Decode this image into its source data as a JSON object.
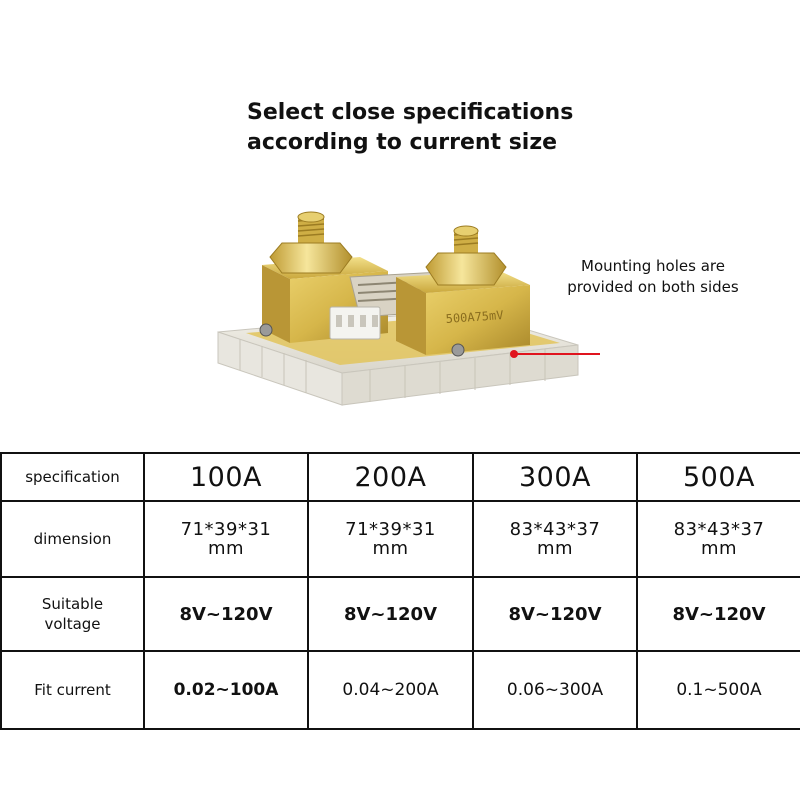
{
  "headline": {
    "line1": "Select close specifications",
    "line2": "according to current size"
  },
  "product": {
    "stamp": "500A75mV"
  },
  "callout": {
    "line1": "Mounting holes are",
    "line2": "provided on both sides",
    "accent_color": "#e0141e"
  },
  "table": {
    "rows": [
      {
        "label": "specification",
        "cells": [
          "100A",
          "200A",
          "300A",
          "500A"
        ]
      },
      {
        "label": "dimension",
        "cells": [
          "71*39*31\nmm",
          "71*39*31\nmm",
          "83*43*37\nmm",
          "83*43*37\nmm"
        ]
      },
      {
        "label": "Suitable\nvoltage",
        "cells": [
          "8V~120V",
          "8V~120V",
          "8V~120V",
          "8V~120V"
        ]
      },
      {
        "label": "Fit current",
        "cells": [
          "0.02~100A",
          "0.04~200A",
          "0.06~300A",
          "0.1~500A"
        ]
      }
    ]
  }
}
